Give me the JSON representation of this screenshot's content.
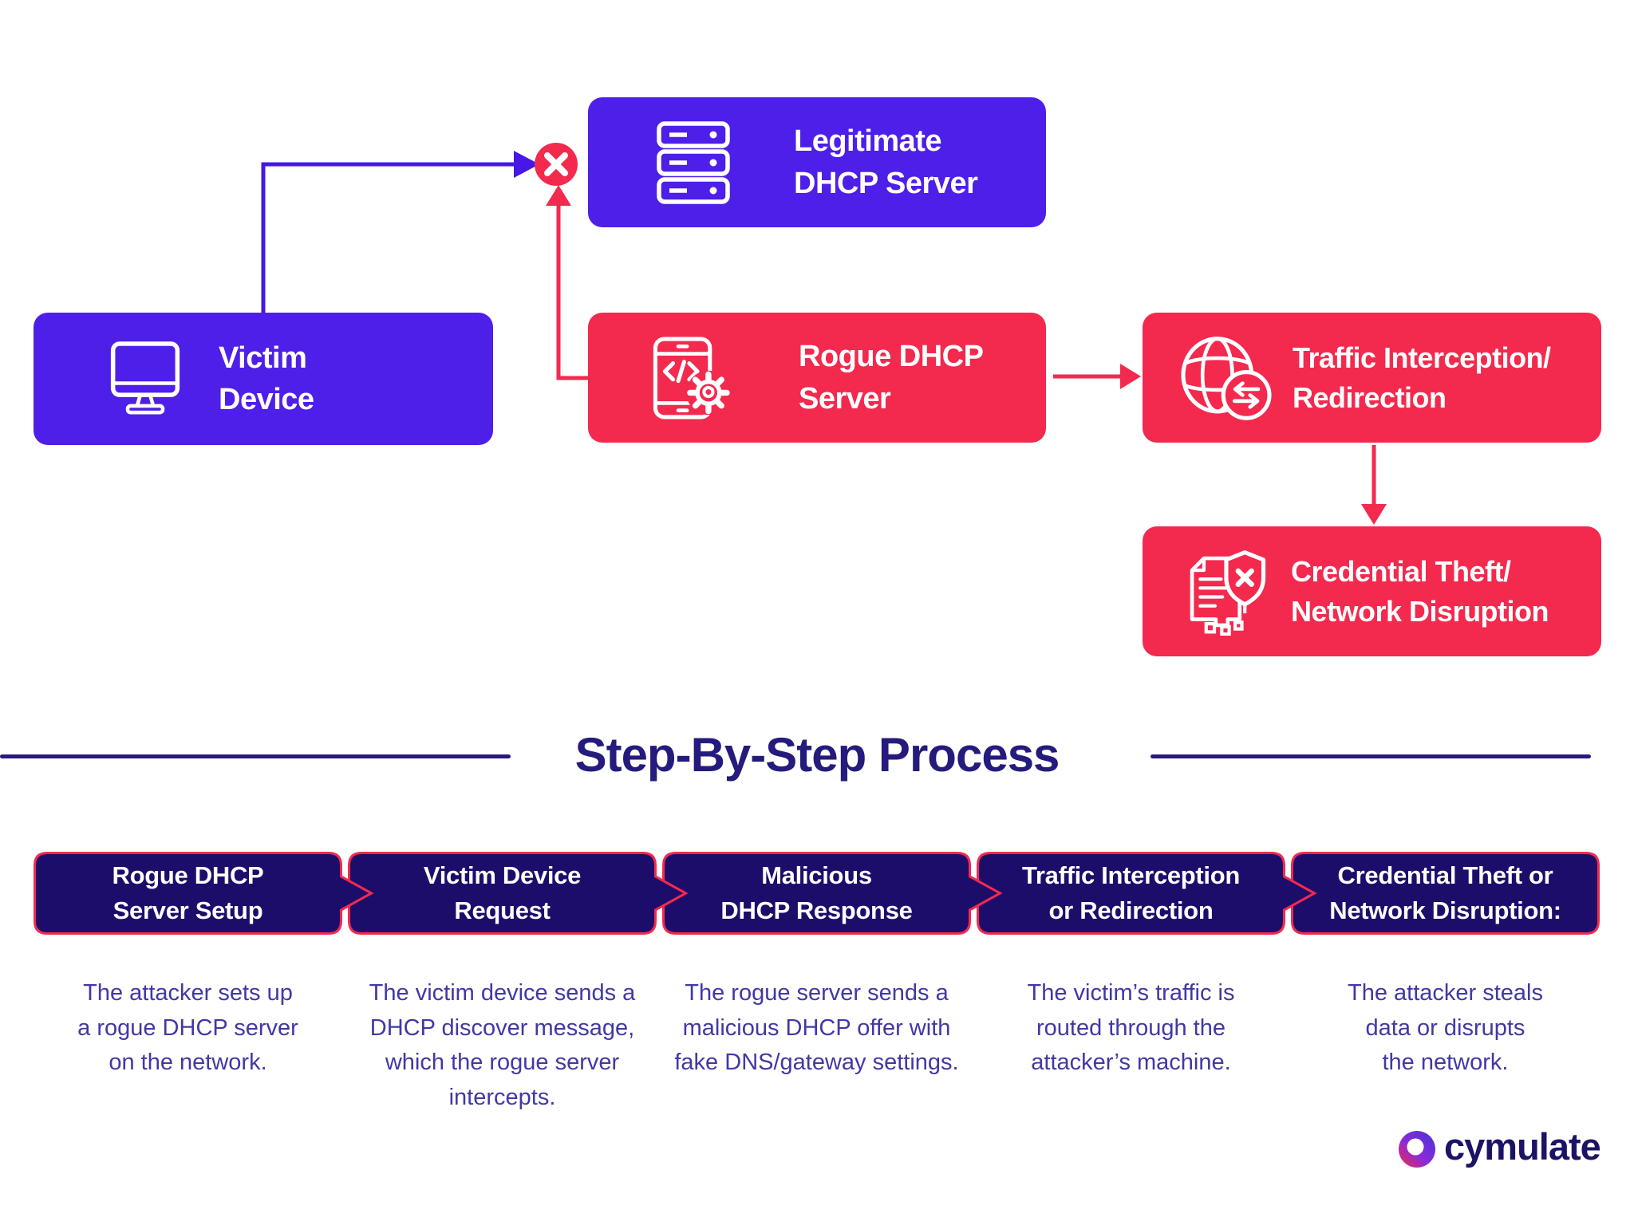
{
  "diagram": {
    "nodes": {
      "victim": {
        "label_line1": "Victim",
        "label_line2": "Device"
      },
      "legitimate": {
        "label_line1": "Legitimate",
        "label_line2": "DHCP Server"
      },
      "rogue": {
        "label_line1": "Rogue DHCP",
        "label_line2": "Server"
      },
      "traffic": {
        "label_line1": "Traffic Interception/",
        "label_line2": "Redirection"
      },
      "credential": {
        "label_line1": "Credential Theft/",
        "label_line2": "Network Disruption"
      }
    },
    "icons": {
      "victim": "monitor-icon",
      "legitimate": "server-stack-icon",
      "rogue": "phone-code-gear-icon",
      "traffic": "globe-transfer-icon",
      "credential": "document-shield-x-icon",
      "blocked": "x-circle-icon"
    },
    "colors": {
      "purple": "#4E1FE8",
      "red": "#F4294E",
      "navy": "#1D0D6B",
      "title_navy": "#241B7D",
      "description_indigo": "#4138A6"
    }
  },
  "section": {
    "title": "Step-By-Step Process"
  },
  "steps": [
    {
      "title_line1": "Rogue DHCP",
      "title_line2": "Server Setup",
      "description": "The attacker sets up\na rogue DHCP server\non the network."
    },
    {
      "title_line1": "Victim Device",
      "title_line2": "Request",
      "description": "The victim device sends a\nDHCP discover message,\nwhich the rogue server\nintercepts."
    },
    {
      "title_line1": "Malicious",
      "title_line2": "DHCP Response",
      "description": "The rogue server sends a\nmalicious DHCP offer with\nfake DNS/gateway settings."
    },
    {
      "title_line1": "Traffic Interception",
      "title_line2": "or Redirection",
      "description": "The victim’s traffic is\nrouted through the\nattacker’s machine."
    },
    {
      "title_line1": "Credential Theft or",
      "title_line2": "Network Disruption:",
      "description": "The attacker steals\ndata or disrupts\nthe network."
    }
  ],
  "footer": {
    "brand": "cymulate"
  }
}
